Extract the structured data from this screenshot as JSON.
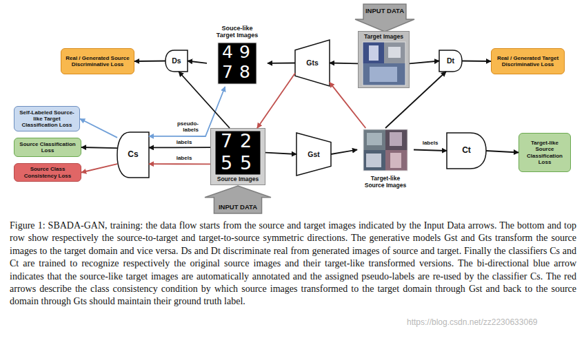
{
  "diagram": {
    "caption": "Figure 1: SBADA-GAN, training: the data flow starts from the source and target images indicated by the Input Data arrows. The bottom and top row show respectively the source-to-target and target-to-source symmetric directions. The generative models Gst and Gts transform the source images to the target domain and vice versa. Ds and Dt discriminate real from generated images of source and target. Finally the classifiers Cs and Ct are trained to recognize respectively the original source images and their target-like transformed versions. The bi-directional blue arrow indicates that the source-like target images are automatically annotated and the assigned pseudo-labels are re-used by the classifier Cs. The red arrows describe the class consistency condition by which source images transformed to the target domain through Gst and back to the source domain through Gts should maintain their ground truth label.",
    "nodes": [
      {
        "text": [
          "Real / Generated Source Discriminative Loss"
        ]
      },
      {
        "text": [
          "Ds"
        ]
      },
      {
        "text": [
          "Souce-like Target Images"
        ]
      },
      {
        "text": [
          "Gts"
        ]
      },
      {
        "text": [
          "INPUT DATA"
        ]
      },
      {
        "text": [
          "Target Images"
        ]
      },
      {
        "text": [
          "Dt"
        ]
      },
      {
        "text": [
          "Real / Generated Target Discriminative Loss"
        ]
      },
      {
        "text": [
          "Self-Labeled Source-like Target Classification Loss"
        ]
      },
      {
        "text": [
          "Source Classification Loss"
        ]
      },
      {
        "text": [
          "Source Class Consistency Loss"
        ]
      },
      {
        "text": [
          "Cs"
        ]
      },
      {
        "text": [
          "Source Images"
        ]
      },
      {
        "text": [
          "Gst"
        ]
      },
      {
        "text": [
          "Target-like Source Images"
        ]
      },
      {
        "text": [
          "Ct"
        ]
      },
      {
        "text": [
          "Target-like Source Classification Loss"
        ]
      },
      {
        "text": [
          "INPUT DATA"
        ]
      }
    ],
    "edges": [
      {
        "from": 1,
        "to": 0,
        "arrow": "to"
      },
      {
        "from": 2,
        "to": 1,
        "arrow": "to"
      },
      {
        "from": 3,
        "to": 2,
        "arrow": "to"
      },
      {
        "from": 5,
        "to": 3,
        "arrow": "to"
      },
      {
        "from": 5,
        "to": 6,
        "arrow": "to"
      },
      {
        "from": 6,
        "to": 7,
        "arrow": "to"
      },
      {
        "from": 2,
        "to": 11,
        "label": "pseudo-labels",
        "arrow": "both"
      },
      {
        "from": 11,
        "to": 8,
        "arrow": "to"
      },
      {
        "from": 11,
        "to": 9,
        "arrow": "to"
      },
      {
        "from": 11,
        "to": 10,
        "arrow": "to"
      },
      {
        "from": 12,
        "to": 11,
        "label": "labels",
        "arrow": "to"
      },
      {
        "from": 12,
        "to": 11,
        "label": "labels",
        "arrow": "to"
      },
      {
        "from": 12,
        "to": 13,
        "arrow": "to"
      },
      {
        "from": 13,
        "to": 14,
        "arrow": "to"
      },
      {
        "from": 14,
        "to": 15,
        "label": "labels",
        "arrow": "to"
      },
      {
        "from": 15,
        "to": 16,
        "arrow": "to"
      },
      {
        "from": 14,
        "to": 6,
        "arrow": "to"
      },
      {
        "from": 12,
        "to": 1,
        "arrow": "to"
      },
      {
        "from": 14,
        "to": 3,
        "arrow": "to"
      },
      {
        "from": 3,
        "to": 12,
        "arrow": "to"
      }
    ],
    "labels": [
      "4",
      "9",
      "7",
      "8",
      "7",
      "2",
      "5",
      "5",
      "https://blog.csdn.net/zz2230633069"
    ]
  }
}
